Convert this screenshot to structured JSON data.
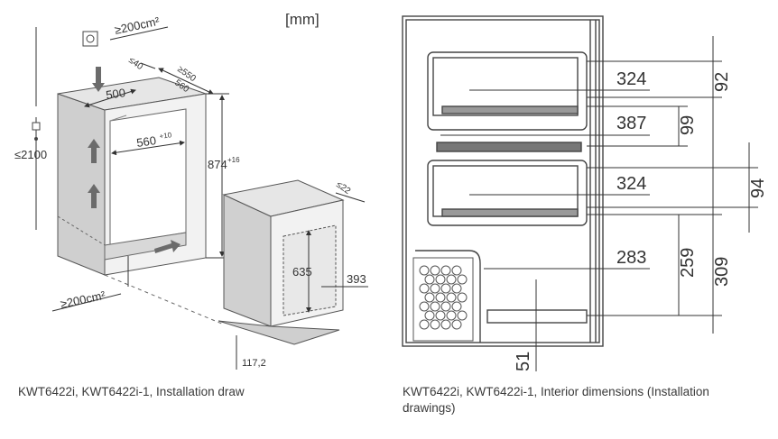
{
  "unit_label": "[mm]",
  "left_drawing": {
    "caption": "KWT6422i, KWT6422i-1, Installation draw",
    "labels": {
      "vent_top": "≥200cm²",
      "vent_bottom": "≥200cm²",
      "d_40": "≤40",
      "d_550": "≥550",
      "d_560_depth": "560",
      "w_500": "500",
      "w_560": "560",
      "w_560_tol": "+10",
      "h_874": "874",
      "h_874_tol": "+16",
      "h_2100": "≤2100",
      "d_22": "≤22",
      "h_635": "635",
      "d_393": "393",
      "d_117": "117,2"
    }
  },
  "right_drawing": {
    "caption": "KWT6422i, KWT6422i-1, Interior dimensions (Installation drawings)",
    "labels": {
      "w_324_top": "324",
      "w_387": "387",
      "w_324_mid": "324",
      "w_283": "283",
      "h_92": "92",
      "h_99": "99",
      "h_94": "94",
      "h_259": "259",
      "h_309": "309",
      "h_51": "51"
    }
  }
}
